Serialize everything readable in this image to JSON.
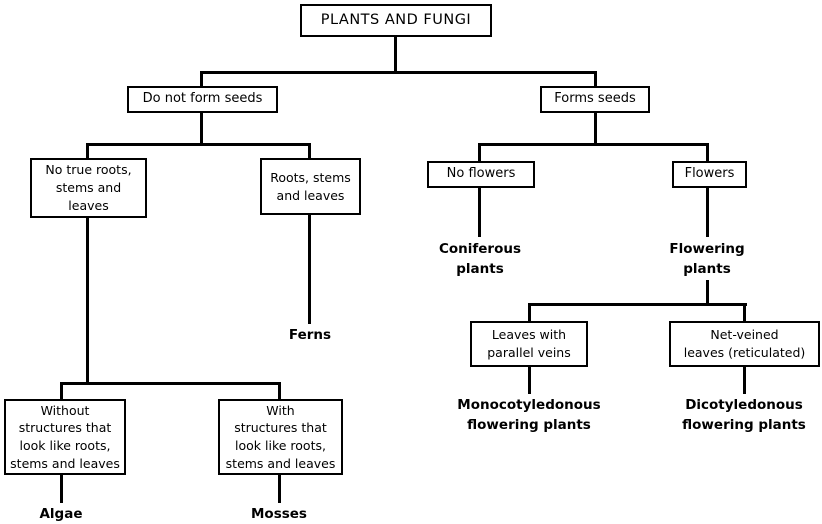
{
  "diagram": {
    "type": "classification-flowchart",
    "root": {
      "label": "PLANTS AND FUNGI"
    },
    "no_seeds": {
      "label": "Do not form seeds",
      "no_true_roots": {
        "label": "No true roots,\nstems and\nleaves",
        "without_structures": {
          "label": "Without\nstructures that\nlook like roots,\nstems and leaves",
          "result": "Algae"
        },
        "with_structures": {
          "label": "With\nstructures that\nlook like roots,\nstems and leaves",
          "result": "Mosses"
        }
      },
      "roots_stems": {
        "label": "Roots, stems\nand leaves",
        "result": "Ferns"
      }
    },
    "forms_seeds": {
      "label": "Forms seeds",
      "no_flowers": {
        "label": "No flowers",
        "result": "Coniferous\nplants"
      },
      "flowers": {
        "label": "Flowers",
        "result": "Flowering\nplants",
        "parallel_veins": {
          "label": "Leaves with\nparallel veins",
          "result": "Monocotyledonous\nflowering plants"
        },
        "net_veined": {
          "label": "Net-veined\nleaves (reticulated)",
          "result": "Dicotyledonous\nflowering plants"
        }
      }
    },
    "colors": {
      "line": "#000000",
      "box_border": "#000000",
      "box_fill": "#ffffff",
      "text": "#000000",
      "background": "#ffffff"
    }
  }
}
